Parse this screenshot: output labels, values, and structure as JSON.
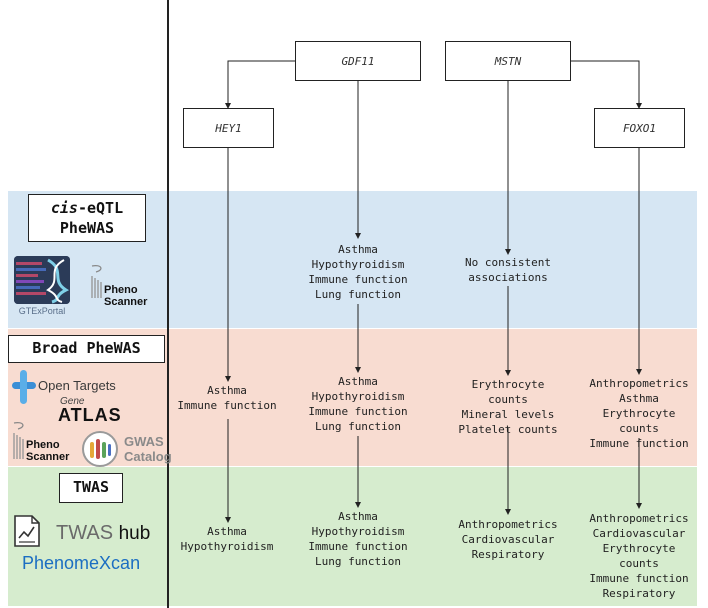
{
  "genes": {
    "gdf11": "GDF11",
    "mstn": "MSTN",
    "hey1": "HEY1",
    "foxo1": "FOXO1"
  },
  "methods": {
    "cis_prefix": "cis",
    "cis_suffix": "-eQTL",
    "cis_line2": "PheWAS",
    "broad": "Broad PheWAS",
    "twas": "TWAS"
  },
  "logos": {
    "gtex": "GTExPortal",
    "pheno_line1": "Pheno",
    "pheno_line2": "Scanner",
    "opentargets": "Open Targets",
    "geneatlas_small": "Gene",
    "geneatlas_big": "ATLAS",
    "gwas_line1": "GWAS",
    "gwas_line2": "Catalog",
    "twas_hub_a": "TWAS",
    "twas_hub_b": "hub",
    "phenomexcan": "PhenomeXcan"
  },
  "results": {
    "cis": {
      "gdf11": [
        "Asthma",
        "Hypothyroidism",
        "Immune function",
        "Lung function"
      ],
      "mstn": [
        "No consistent",
        "associations"
      ]
    },
    "broad": {
      "hey1": [
        "Asthma",
        "Immune function"
      ],
      "gdf11": [
        "Asthma",
        "Hypothyroidism",
        "Immune function",
        "Lung function"
      ],
      "mstn": [
        "Erythrocyte",
        "counts",
        "Mineral levels",
        "Platelet counts"
      ],
      "foxo1": [
        "Anthropometrics",
        "Asthma",
        "Erythrocyte",
        "counts",
        "Immune function"
      ]
    },
    "twas": {
      "hey1": [
        "Asthma",
        "Hypothyroidism"
      ],
      "gdf11": [
        "Asthma",
        "Hypothyroidism",
        "Immune function",
        "Lung function"
      ],
      "mstn": [
        "Anthropometrics",
        "Cardiovascular",
        "Respiratory"
      ],
      "foxo1": [
        "Anthropometrics",
        "Cardiovascular",
        "Erythrocyte",
        "counts",
        "Immune function",
        "Respiratory"
      ]
    }
  },
  "colors": {
    "cis_band": "#d6e6f3",
    "broad_band": "#f8dcd1",
    "twas_band": "#d6ecce",
    "phenomexcan_blue": "#1b6ec2"
  }
}
